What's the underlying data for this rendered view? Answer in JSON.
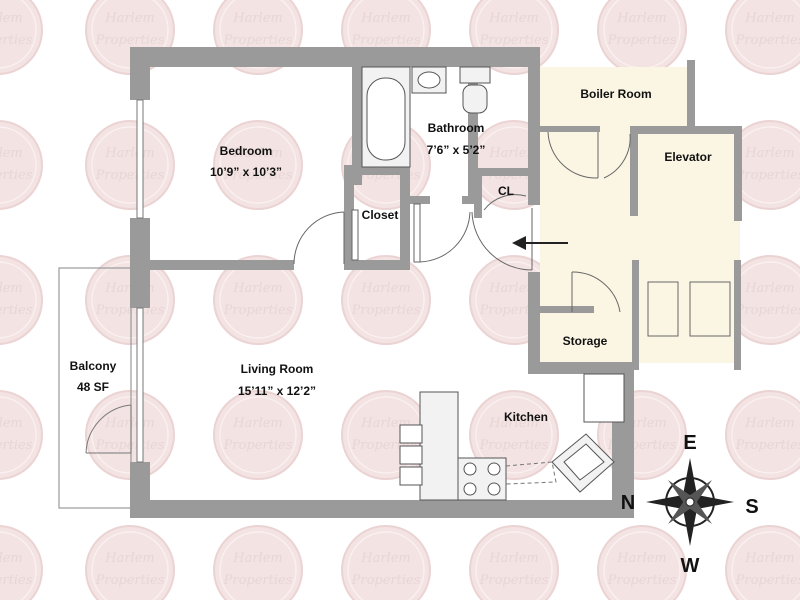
{
  "watermark": {
    "line1": "Harlem",
    "line2": "Properties",
    "color": "#f3e3e3"
  },
  "rooms": {
    "bedroom": {
      "name": "Bedroom",
      "size": "10’9” x 10’3”"
    },
    "bathroom": {
      "name": "Bathroom",
      "size": "7’6” x 5’2”"
    },
    "boiler_room": {
      "name": "Boiler Room"
    },
    "elevator": {
      "name": "Elevator"
    },
    "cl": {
      "name": "CL"
    },
    "closet": {
      "name": "Closet"
    },
    "storage": {
      "name": "Storage"
    },
    "balcony": {
      "name": "Balcony",
      "size": "48 SF"
    },
    "living_room": {
      "name": "Living Room",
      "size": "15’11” x 12’2”"
    },
    "kitchen": {
      "name": "Kitchen"
    }
  },
  "compass": {
    "north": "N",
    "east": "E",
    "south": "S",
    "west": "W"
  },
  "colors": {
    "wall": "#9a9a9a",
    "common_area": "#fbf6e4",
    "balcony_line": "#999999"
  }
}
